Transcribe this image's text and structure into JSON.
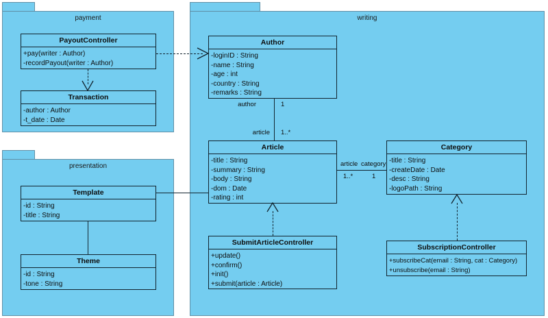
{
  "diagram": {
    "title": "UML Class Diagram",
    "colors": {
      "package_fill": "#74cdf0",
      "package_border": "#5f8fa6",
      "class_fill": "#74cdf0",
      "class_border": "#11232e",
      "background": "#ffffff",
      "text": "#0d0d0d"
    }
  },
  "packages": [
    {
      "id": "payment",
      "label": "payment"
    },
    {
      "id": "writing",
      "label": "writing"
    },
    {
      "id": "presentation",
      "label": "presentation"
    }
  ],
  "classes": {
    "payout_controller": {
      "name": "PayoutController",
      "members": [
        "+pay(writer : Author)",
        "-recordPayout(writer : Author)"
      ]
    },
    "transaction": {
      "name": "Transaction",
      "members": [
        "-author : Author",
        "-t_date : Date"
      ]
    },
    "author": {
      "name": "Author",
      "members": [
        "-loginID : String",
        "-name : String",
        "-age : int",
        "-country : String",
        "-remarks : String"
      ]
    },
    "article": {
      "name": "Article",
      "members": [
        "-title : String",
        "-summary : String",
        "-body : String",
        "-dom : Date",
        "-rating : int"
      ]
    },
    "category": {
      "name": "Category",
      "members": [
        "-title : String",
        "-createDate : Date",
        "-desc : String",
        "-logoPath : String"
      ]
    },
    "submit_article_controller": {
      "name": "SubmitArticleController",
      "members": [
        "+update()",
        "+confirm()",
        "+init()",
        "+submit(article : Article)"
      ]
    },
    "subscription_controller": {
      "name": "SubscriptionController",
      "members": [
        "+subscribeCat(email : String, cat : Category)",
        "+unsubscribe(email : String)"
      ]
    },
    "template": {
      "name": "Template",
      "members": [
        "-id : String",
        "-title : String"
      ]
    },
    "theme": {
      "name": "Theme",
      "members": [
        "-id : String",
        "-tone : String"
      ]
    }
  },
  "edge_labels": {
    "author_role": "author",
    "author_mult": "1",
    "article_role": "article",
    "article_mult": "1..*",
    "article_role2": "article",
    "category_role": "category",
    "article_mult2": "1..*",
    "category_mult": "1"
  }
}
